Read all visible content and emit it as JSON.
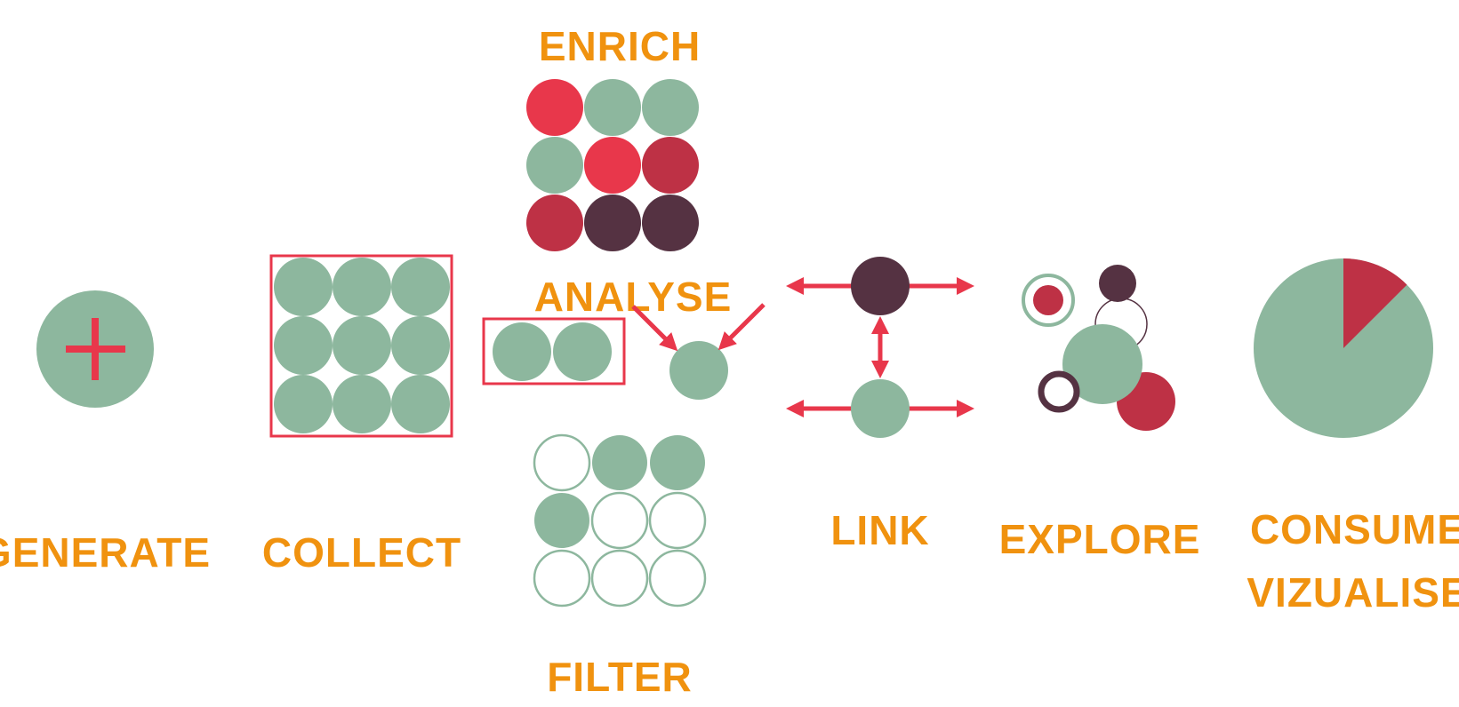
{
  "colors": {
    "green": "#8db79e",
    "red": "#e8374b",
    "crimson": "#be3145",
    "plum": "#553242",
    "orange": "#f0920f",
    "white": "#ffffff"
  },
  "labels": {
    "generate": "GENERATE",
    "collect": "COLLECT",
    "enrich": "ENRICH",
    "analyse": "ANALYSE",
    "filter": "FILTER",
    "link": "LINK",
    "explore": "EXPLORE",
    "consume": "CONSUME",
    "vizualise": "VIZUALISE"
  },
  "icons": {
    "generate": "plus-icon",
    "collect": "grid-of-circles-icon",
    "enrich": "colored-grid-icon",
    "analyse": "arrows-converge-icon",
    "filter": "filtered-grid-icon",
    "link": "linked-nodes-icon",
    "explore": "scattered-circles-icon",
    "consume": "pie-icon"
  },
  "enrich_grid": [
    [
      "red",
      "green",
      "green"
    ],
    [
      "green",
      "red",
      "crimson"
    ],
    [
      "crimson",
      "plum",
      "plum"
    ]
  ],
  "filter_grid": [
    [
      false,
      true,
      true
    ],
    [
      true,
      false,
      false
    ],
    [
      false,
      false,
      false
    ]
  ],
  "pie_slice_fraction": 0.125
}
